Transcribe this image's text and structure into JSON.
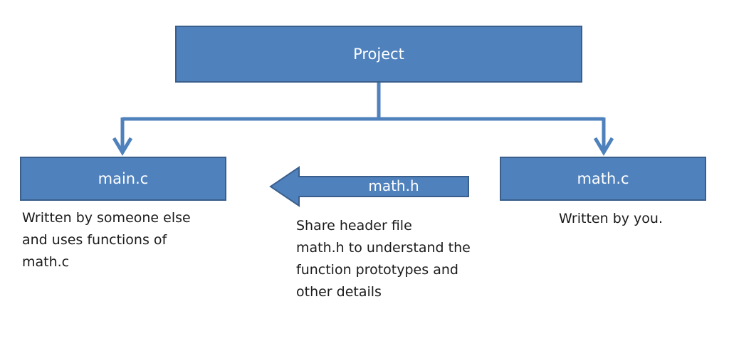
{
  "diagram": {
    "root": {
      "label": "Project"
    },
    "children": [
      {
        "id": "main",
        "label": "main.c",
        "note": "Written by someone else\nand uses functions of\nmath.c"
      },
      {
        "id": "mathc",
        "label": "math.c",
        "note": "Written by you."
      }
    ],
    "shared": {
      "label": "math.h",
      "note": "Share header file\nmath.h to understand the\nfunction prototypes and\nother details"
    },
    "colors": {
      "box_fill": "#4f81bd",
      "box_border": "#3a5f8c",
      "text_on_box": "#ffffff",
      "note_text": "#1a1a1a",
      "background": "#ffffff"
    }
  }
}
